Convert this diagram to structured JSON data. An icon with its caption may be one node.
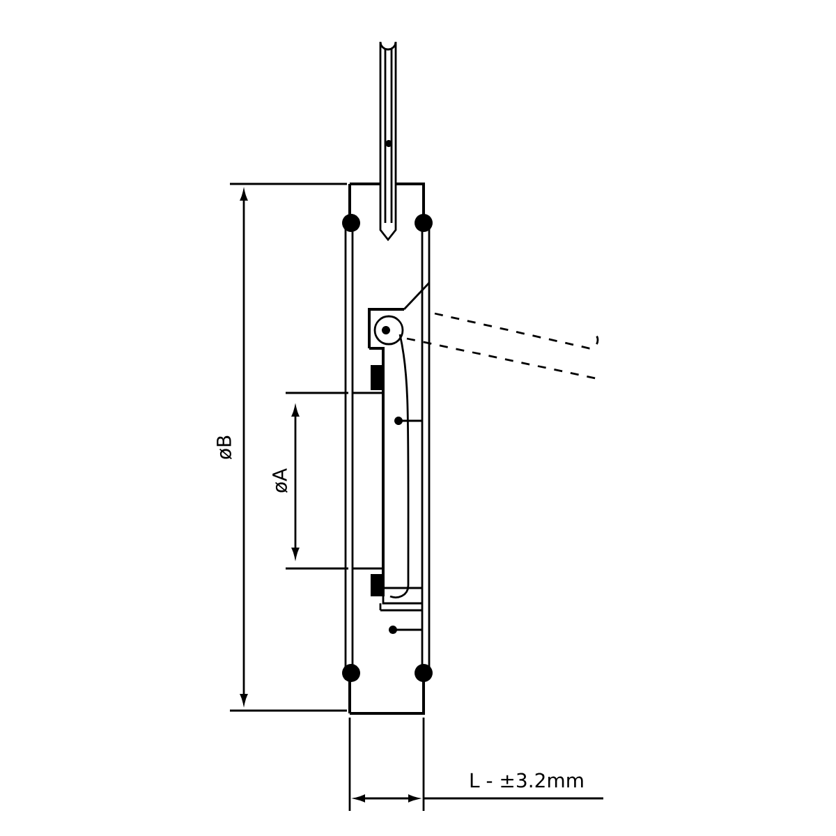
{
  "diagram": {
    "labels": [
      "øB",
      "øA",
      "L - ±3.2mm"
    ]
  }
}
